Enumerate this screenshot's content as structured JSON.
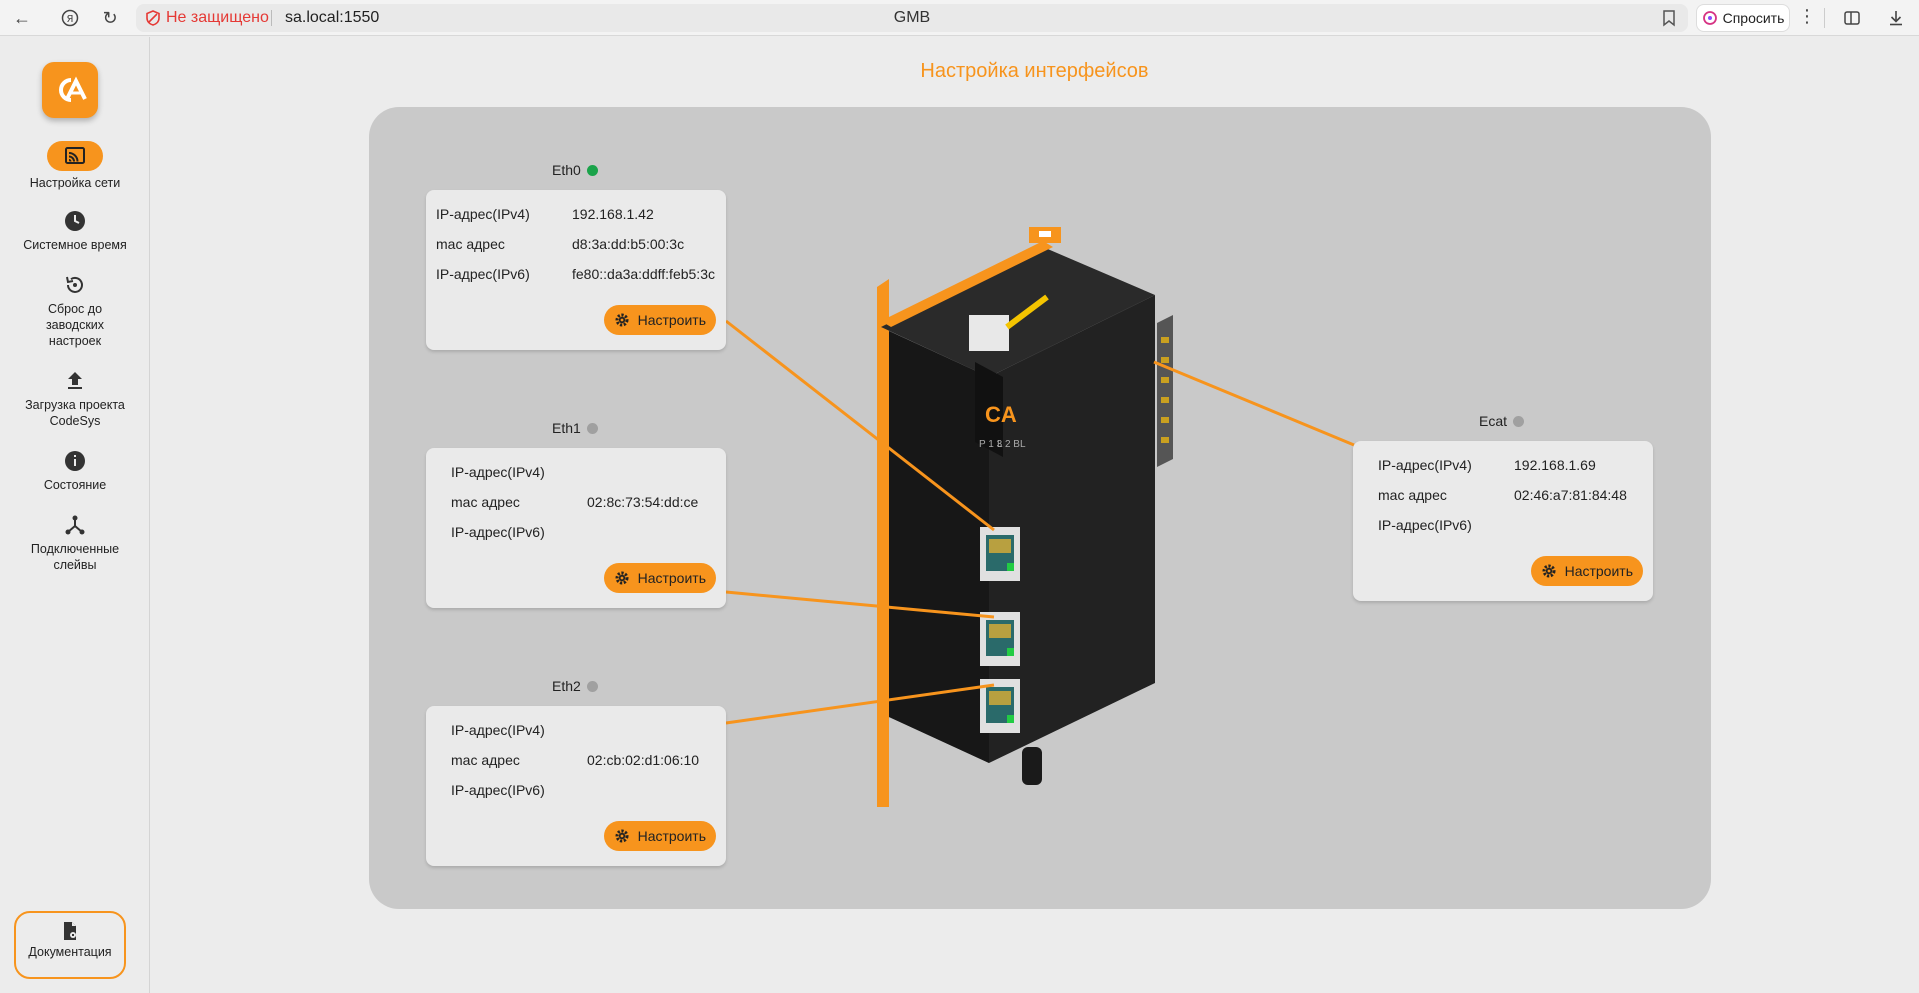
{
  "browser": {
    "security_label": "Не защищено",
    "url": "sa.local:1550",
    "title": "GMB",
    "ask_label": "Спросить"
  },
  "sidebar": {
    "items": [
      {
        "label": "Настройка сети",
        "icon": "cast-icon",
        "active": true
      },
      {
        "label": "Системное время",
        "icon": "clock-icon"
      },
      {
        "label": "Сброс до заводских настроек",
        "icon": "restore-icon"
      },
      {
        "label": "Загрузка проекта CodeSys",
        "icon": "upload-icon"
      },
      {
        "label": "Состояние",
        "icon": "info-icon"
      },
      {
        "label": "Подключенные слейвы",
        "icon": "network-icon"
      }
    ],
    "docs_label": "Документация"
  },
  "page": {
    "title": "Настройка интерфейсов"
  },
  "colors": {
    "accent": "#f7941d",
    "status_on": "#1aa34a",
    "status_off": "#a0a0a0"
  },
  "interfaces": {
    "eth0": {
      "name": "Eth0",
      "status": "on",
      "rows": [
        {
          "label": "IP-адрес(IPv4)",
          "value": "192.168.1.42"
        },
        {
          "label": "mac адрес",
          "value": "d8:3a:dd:b5:00:3c"
        },
        {
          "label": "IP-адрес(IPv6)",
          "value": "fe80::da3a:ddff:feb5:3c"
        }
      ],
      "button": "Настроить"
    },
    "eth1": {
      "name": "Eth1",
      "status": "off",
      "rows": [
        {
          "label": "IP-адрес(IPv4)",
          "value": ""
        },
        {
          "label": "mac адрес",
          "value": "02:8c:73:54:dd:ce"
        },
        {
          "label": "IP-адрес(IPv6)",
          "value": ""
        }
      ],
      "button": "Настроить"
    },
    "eth2": {
      "name": "Eth2",
      "status": "off",
      "rows": [
        {
          "label": "IP-адрес(IPv4)",
          "value": ""
        },
        {
          "label": "mac адрес",
          "value": "02:cb:02:d1:06:10"
        },
        {
          "label": "IP-адрес(IPv6)",
          "value": ""
        }
      ],
      "button": "Настроить"
    },
    "ecat": {
      "name": "Ecat",
      "status": "off",
      "rows": [
        {
          "label": "IP-адрес(IPv4)",
          "value": "192.168.1.69"
        },
        {
          "label": "mac адрес",
          "value": "02:46:a7:81:84:48"
        },
        {
          "label": "IP-адрес(IPv6)",
          "value": ""
        }
      ],
      "button": "Настроить"
    }
  },
  "device": {
    "front_label_1": "P 1 3",
    "front_label_2": "L 2 BL"
  }
}
